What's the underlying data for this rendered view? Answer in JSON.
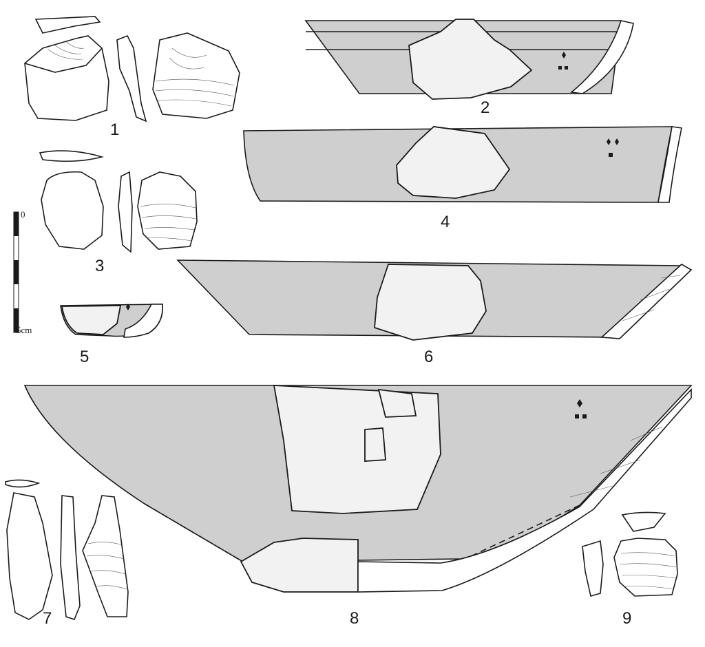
{
  "figures": [
    {
      "number": "1"
    },
    {
      "number": "2"
    },
    {
      "number": "3"
    },
    {
      "number": "4"
    },
    {
      "number": "5"
    },
    {
      "number": "6"
    },
    {
      "number": "7"
    },
    {
      "number": "8"
    },
    {
      "number": "9"
    }
  ],
  "scale_bar": {
    "top_label": "0",
    "bottom_label": "5cm"
  },
  "colors": {
    "section_fill": "#cfcfcf",
    "ink": "#1a1a1a",
    "background": "#ffffff"
  }
}
